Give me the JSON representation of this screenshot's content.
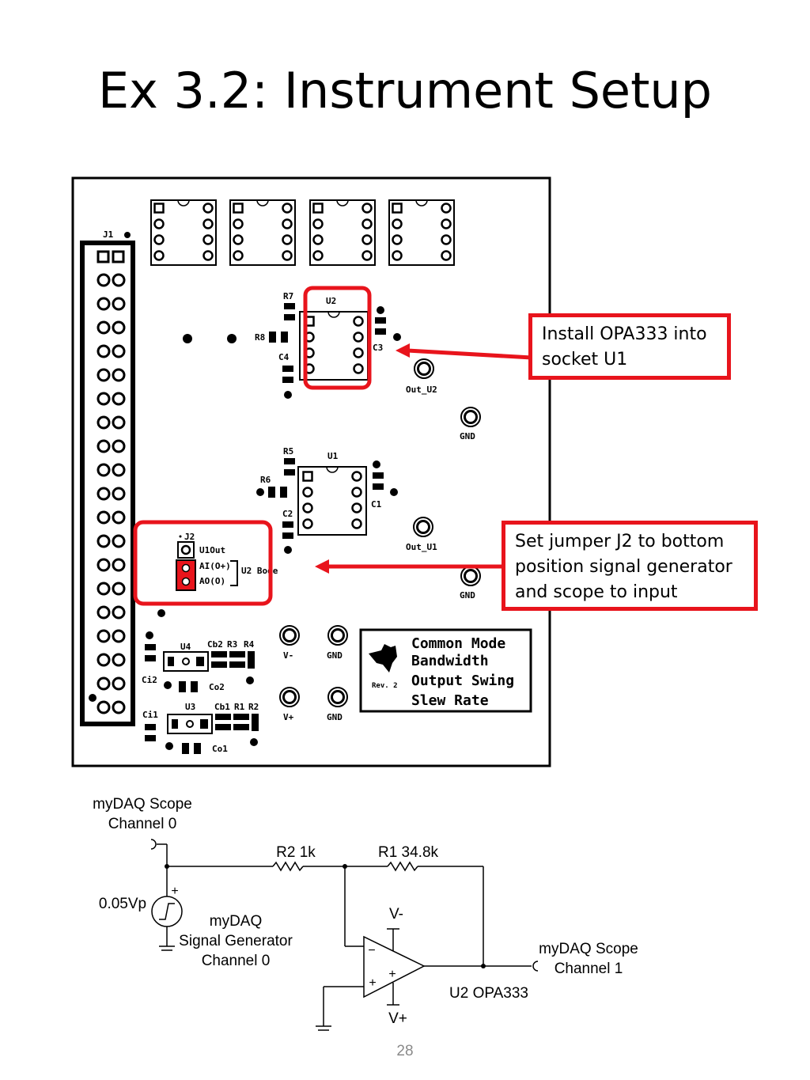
{
  "slide": {
    "title": "Ex 3.2: Instrument Setup",
    "page_number": "28"
  },
  "callouts": {
    "install": "Install OPA333 into socket U1",
    "jumper": "Set jumper J2 to bottom position signal generator and scope to input"
  },
  "board": {
    "labels": {
      "j1": "J1",
      "r7": "R7",
      "u2": "U2",
      "r8": "R8",
      "c3": "C3",
      "c4": "C4",
      "out_u2": "Out_U2",
      "gnd_1": "GND",
      "r5": "R5",
      "u1": "U1",
      "r6": "R6",
      "c1": "C1",
      "c2": "C2",
      "out_u1": "Out_U1",
      "gnd_2": "GND",
      "j2": "J2",
      "u1out": "U1Out",
      "ai": "AI(O+)",
      "ao": "AO(O)",
      "u2_bode": "U2 Bode",
      "u4": "U4",
      "cb2": "Cb2",
      "r3": "R3",
      "r4": "R4",
      "ci2": "Ci2",
      "co2": "Co2",
      "u3": "U3",
      "cb1": "Cb1",
      "r1": "R1",
      "r2": "R2",
      "ci1": "Ci1",
      "co1": "Co1",
      "v_minus": "V-",
      "gnd_3": "GND",
      "v_plus": "V+",
      "gnd_4": "GND",
      "rev": "Rev. 2"
    },
    "exercise_list": [
      "Common Mode",
      "Bandwidth",
      "Output Swing",
      "Slew Rate"
    ],
    "highlight_color": "#e8141c"
  },
  "circuit": {
    "scope_ch0_line1": "myDAQ Scope",
    "scope_ch0_line2": "Channel 0",
    "r2_label": "R2 1k",
    "r1_label": "R1 34.8k",
    "source_amplitude": "0.05Vp",
    "plus_sign": "+",
    "siggen_line1": "myDAQ",
    "siggen_line2": "Signal Generator",
    "siggen_line3": "Channel 0",
    "vminus": "V-",
    "vplus": "V+",
    "opamp_minus": "−",
    "opamp_plus": "+",
    "opamp_plus_inner": "+",
    "scope_ch1_line1": "myDAQ Scope",
    "scope_ch1_line2": "Channel 1",
    "opamp_label": "U2 OPA333"
  }
}
